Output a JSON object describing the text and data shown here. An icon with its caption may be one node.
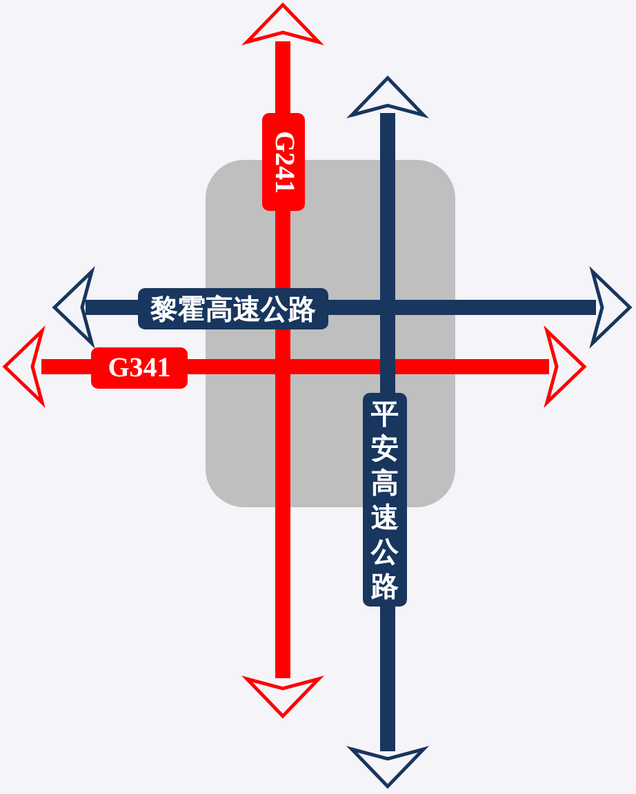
{
  "diagram": {
    "nodes": [
      {
        "text": [],
        "shape": "box"
      }
    ],
    "labels": [
      "G241",
      "黎霍高速公路",
      "G341",
      "平安高速公路"
    ]
  }
}
